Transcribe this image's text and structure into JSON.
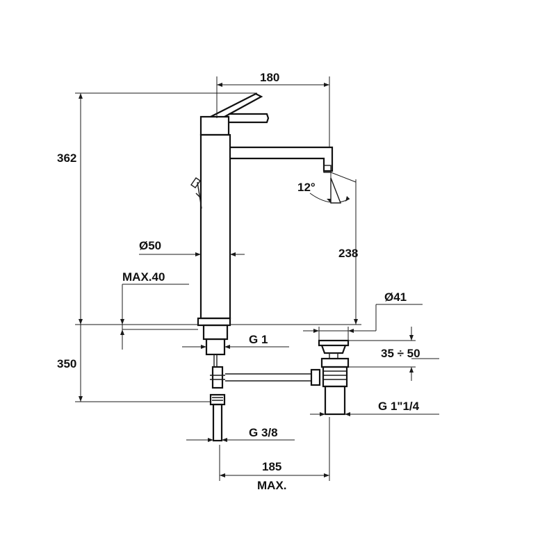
{
  "dimensions": {
    "spout_reach": "180",
    "total_height": "362",
    "spout_angle": "12°",
    "body_diameter": "Ø50",
    "spout_height": "238",
    "max_deck_thickness": "MAX.40",
    "drain_diameter": "Ø41",
    "shank_thread": "G 1",
    "drain_range": "35 ÷ 50",
    "below_deck_length": "350",
    "drain_thread": "G 1\"1/4",
    "hose_thread": "G 3/8",
    "rod_length": "185",
    "rod_length_note": "MAX."
  }
}
